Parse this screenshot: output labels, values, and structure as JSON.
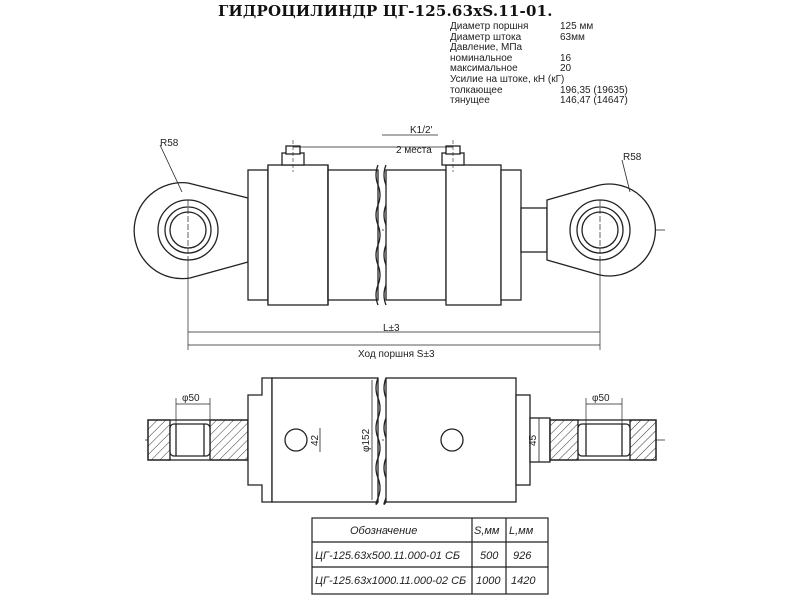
{
  "title": "ГИДРОЦИЛИНДР ЦГ-125.63хS.11-01.",
  "specs": [
    {
      "label": "Диаметр поршня",
      "value": "125 мм"
    },
    {
      "label": "Диаметр штока",
      "value": "63мм"
    },
    {
      "label": "Давление, МПа",
      "value": ""
    },
    {
      "label": "номинальное",
      "value": "16"
    },
    {
      "label": "максимальное",
      "value": "20"
    },
    {
      "label": "Усилие на штоке, кН (кГ)",
      "value": ""
    },
    {
      "label": "толкающее",
      "value": "196,35 (19635)"
    },
    {
      "label": "тянущее",
      "value": "146,47 (14647)"
    }
  ],
  "dims": {
    "r_left": "R58",
    "r_right": "R58",
    "port_thread": "K1/2'",
    "port_count": "2 места",
    "length": "L±3",
    "stroke": "Ход поршня S±3",
    "pin_left": "φ50",
    "pin_right": "φ50",
    "port_dim": "42",
    "barrel_dia": "φ152",
    "rod_dim": "45"
  },
  "table": {
    "headers": [
      "Обозначение",
      "S,мм",
      "L,мм"
    ],
    "rows": [
      [
        "ЦГ-125.63х500.11.000-01 СБ",
        "500",
        "926"
      ],
      [
        "ЦГ-125.63х1000.11.000-02 СБ",
        "1000",
        "1420"
      ]
    ]
  }
}
